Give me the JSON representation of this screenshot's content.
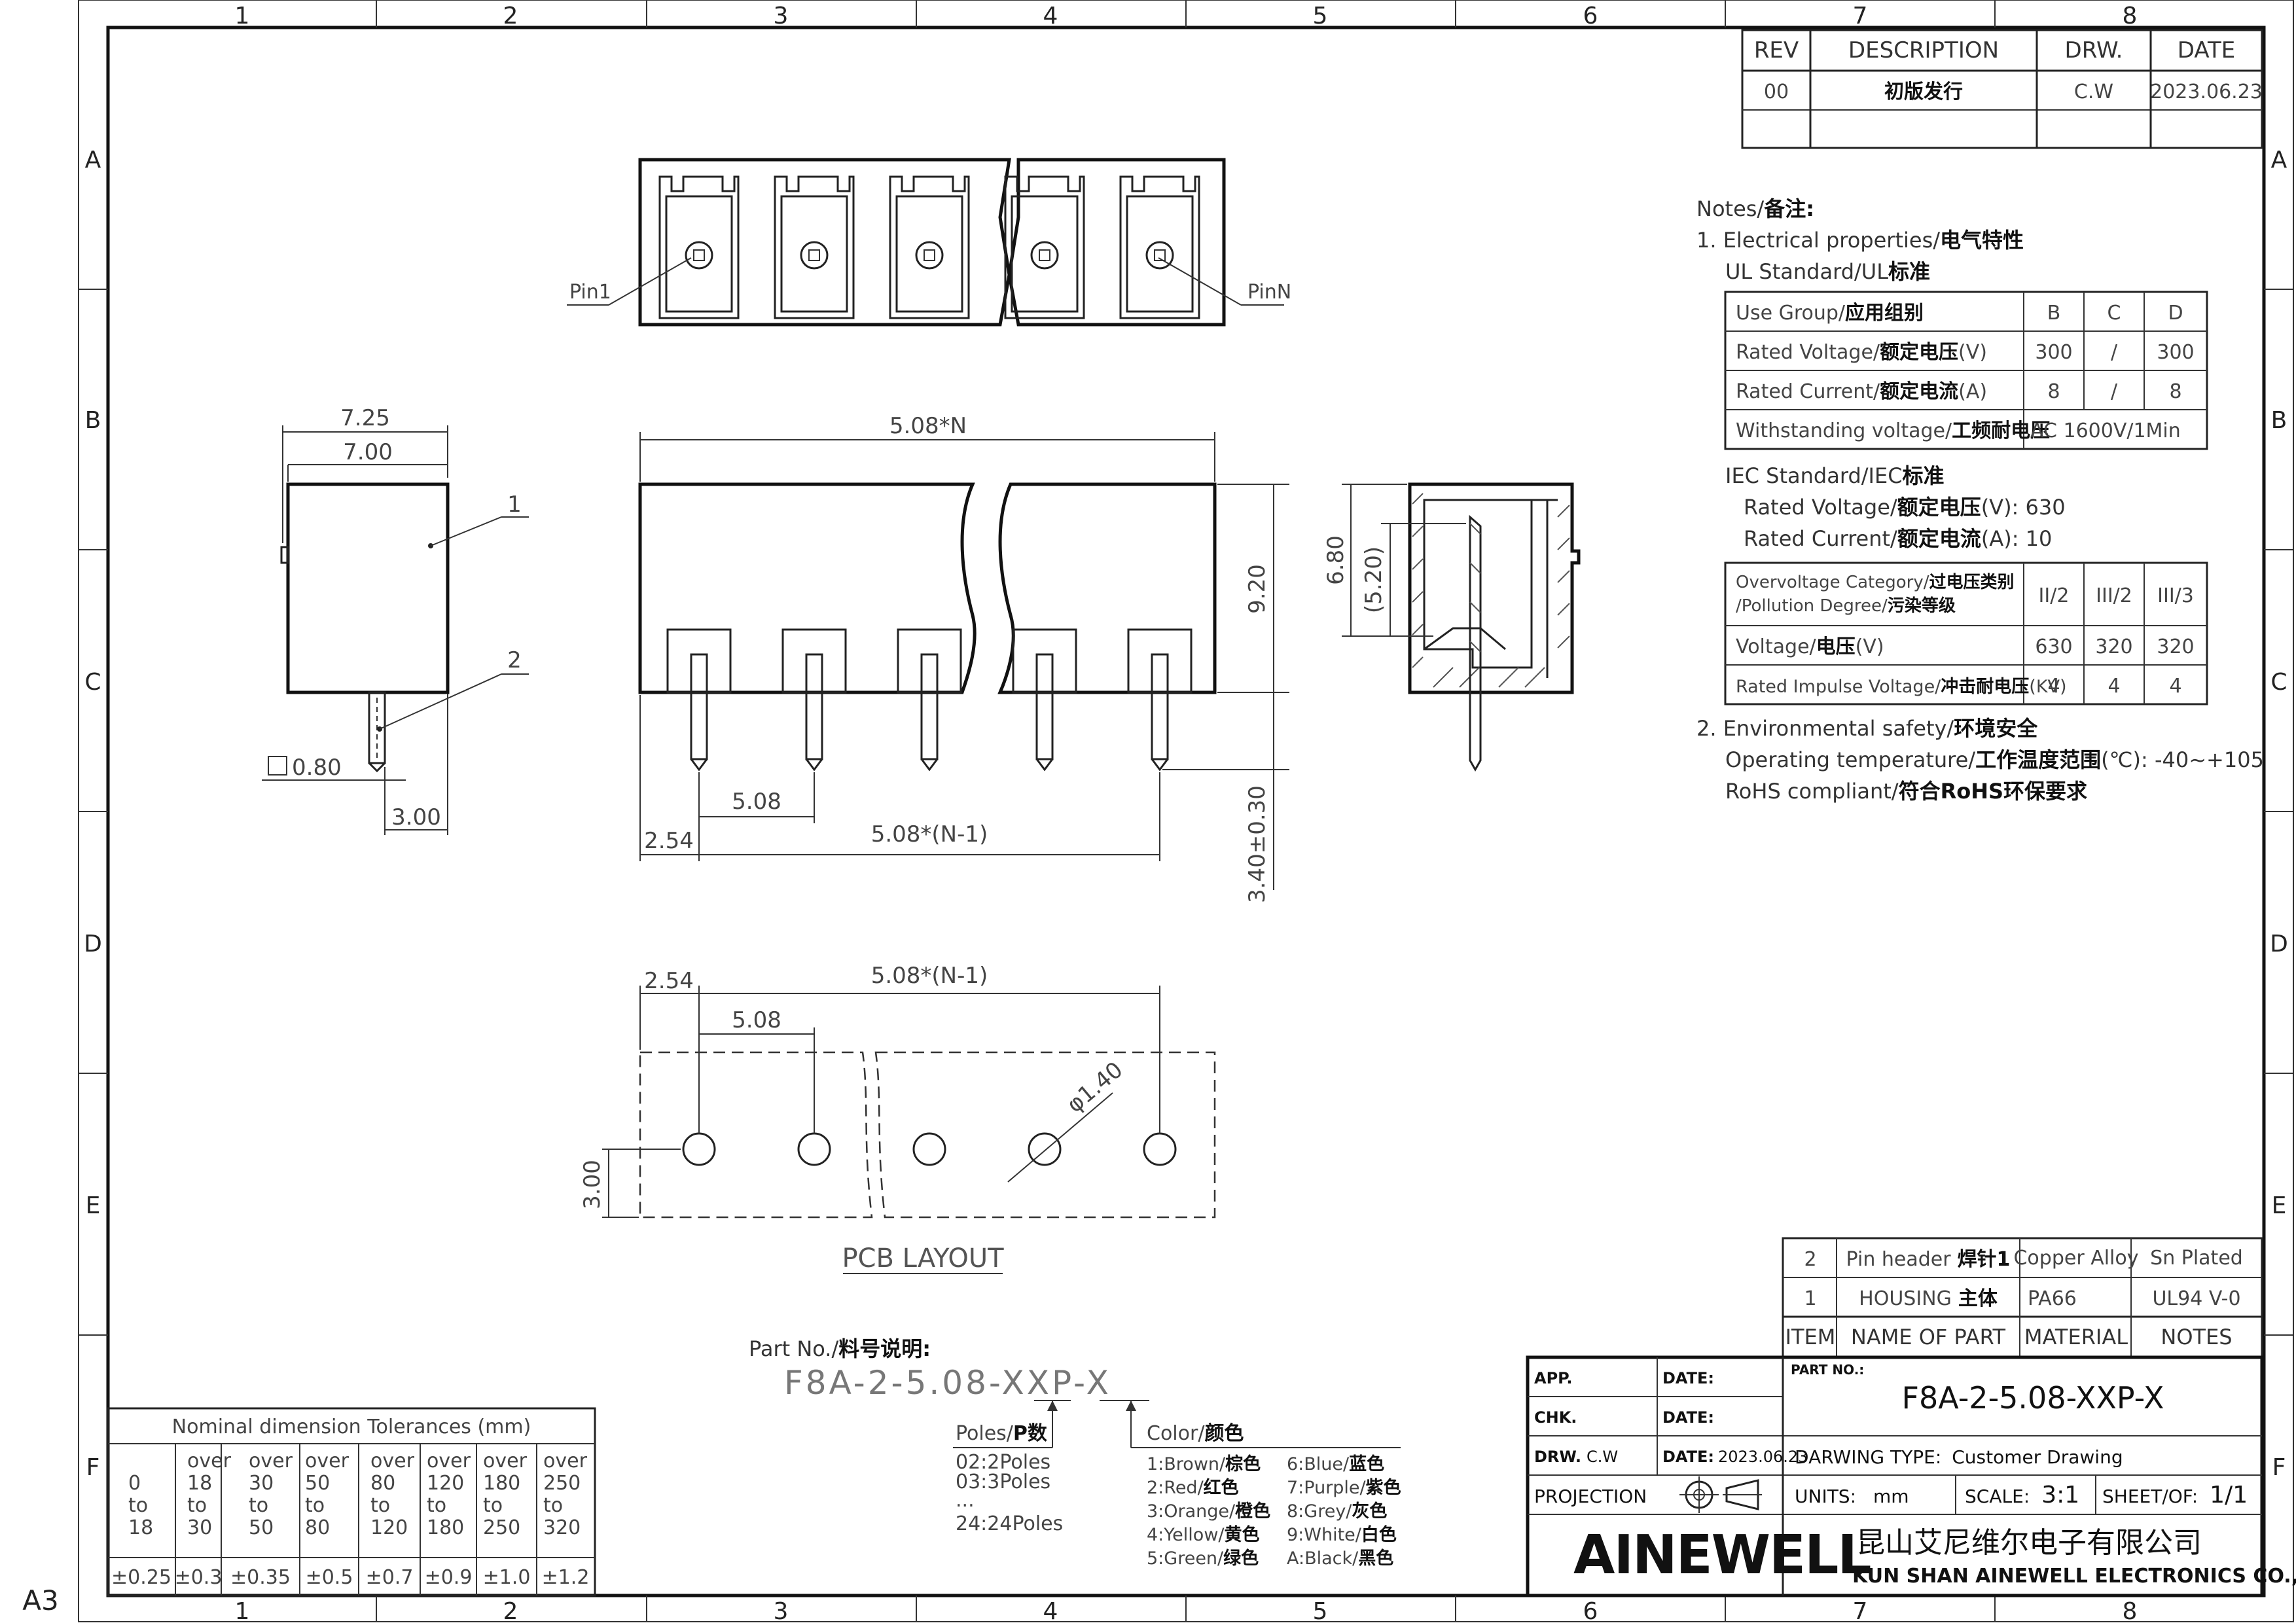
{
  "border": {
    "cols": [
      "1",
      "2",
      "3",
      "4",
      "5",
      "6",
      "7",
      "8"
    ],
    "rows": [
      "A",
      "B",
      "C",
      "D",
      "E",
      "F"
    ],
    "sheet_size": "A3"
  },
  "revision": {
    "headers": [
      "REV",
      "DESCRIPTION",
      "DRW.",
      "DATE"
    ],
    "row": [
      "00",
      "初版发行",
      "C.W",
      "2023.06.23"
    ]
  },
  "notes": {
    "title_en": "Notes/",
    "title_cn": "备注:",
    "s1_en": "1. Electrical properties/",
    "s1_cn": "电气特性",
    "ul_en": "UL Standard/UL",
    "ul_cn": "标准",
    "ul_table": [
      [
        "Use Group/",
        "应用组别",
        "",
        "B",
        "C",
        "D"
      ],
      [
        "Rated Voltage/",
        "额定电压",
        "(V)",
        "300",
        "/",
        "300"
      ],
      [
        "Rated Current/",
        "额定电流",
        "(A)",
        "8",
        "/",
        "8"
      ],
      [
        "Withstanding voltage/",
        "工频耐电压",
        "",
        "AC 1600V/1Min",
        "",
        ""
      ]
    ],
    "iec_en": "IEC Standard/IEC",
    "iec_cn": "标准",
    "iec_v_en": "Rated Voltage/",
    "iec_v_cn": "额定电压",
    "iec_v_val": "(V): 630",
    "iec_c_en": "Rated Current/",
    "iec_c_cn": "额定电流",
    "iec_c_val": "(A): 10",
    "iec_table": [
      [
        "Overvoltage Category/",
        "过电压类别",
        "/Pollution Degree/",
        "污染等级",
        "II/2",
        "III/2",
        "III/3"
      ],
      [
        "Voltage/",
        "电压",
        "(V)",
        "",
        "630",
        "320",
        "320"
      ],
      [
        "Rated Impulse Voltage/",
        "冲击耐电压",
        "(KV)",
        "",
        "4",
        "4",
        "4"
      ]
    ],
    "s2_en": "2. Environmental safety/",
    "s2_cn": "环境安全",
    "temp_en": "Operating temperature/",
    "temp_cn": "工作温度范围",
    "temp_val": "(℃): -40~+105",
    "rohs_en": "RoHS compliant/",
    "rohs_cn": "符合RoHS环保要求"
  },
  "drawing": {
    "pin1": "Pin1",
    "pinN": "PinN",
    "d725": "7.25",
    "d700": "7.00",
    "callout1": "1",
    "callout2": "2",
    "d080": "0.80",
    "d300": "3.00",
    "pitchN": "5.08*N",
    "d920": "9.20",
    "d508": "5.08",
    "d254": "2.54",
    "pitchN1": "5.08*(N-1)",
    "d340": "3.40±0.30",
    "d680": "6.80",
    "d520": "(5.20)",
    "pcb_254": "2.54",
    "pcb_pitchN1": "5.08*(N-1)",
    "pcb_508": "5.08",
    "pcb_hole": "φ1.40",
    "pcb_300": "3.00",
    "pcb_title": "PCB LAYOUT"
  },
  "partno": {
    "label_en": "Part No./",
    "label_cn": "料号说明:",
    "code": "F8A-2-5.08-XXP-X",
    "poles_en": "Poles/",
    "poles_cn": "P数",
    "poles": [
      "02:2Poles",
      "03:3Poles",
      "...",
      "24:24Poles"
    ],
    "color_en": "Color/",
    "color_cn": "颜色",
    "colors": [
      [
        "1:Brown/",
        "棕色",
        "6:Blue/",
        "蓝色"
      ],
      [
        "2:Red/",
        "红色",
        "7:Purple/",
        "紫色"
      ],
      [
        "3:Orange/",
        "橙色",
        "8:Grey/",
        "灰色"
      ],
      [
        "4:Yellow/",
        "黄色",
        "9:White/",
        "白色"
      ],
      [
        "5:Green/",
        "绿色",
        "A:Black/",
        "黑色"
      ]
    ]
  },
  "tolerance": {
    "title": "Nominal dimension Tolerances (mm)",
    "ranges": [
      [
        "0",
        "to",
        "18"
      ],
      [
        "over",
        "18",
        "to",
        "30"
      ],
      [
        "over",
        "30",
        "to",
        "50"
      ],
      [
        "over",
        "50",
        "to",
        "80"
      ],
      [
        "over",
        "80",
        "to",
        "120"
      ],
      [
        "over",
        "120",
        "to",
        "180"
      ],
      [
        "over",
        "180",
        "to",
        "250"
      ],
      [
        "over",
        "250",
        "to",
        "320"
      ]
    ],
    "values": [
      "±0.25",
      "±0.3",
      "±0.35",
      "±0.5",
      "±0.7",
      "±0.9",
      "±1.0",
      "±1.2"
    ]
  },
  "bom": {
    "rows": [
      [
        "2",
        "Pin header",
        "焊针1",
        "Copper Alloy",
        "Sn Plated"
      ],
      [
        "1",
        "HOUSING",
        "主体",
        "PA66",
        "UL94 V-0"
      ]
    ],
    "headers": [
      "ITEM",
      "NAME OF PART",
      "MATERIAL",
      "NOTES"
    ]
  },
  "titleblock": {
    "app": "APP.",
    "chk": "CHK.",
    "drw": "DRW.",
    "drw_val": "C.W",
    "date": "DATE:",
    "date_val": "2023.06.23",
    "partno_label": "PART NO.:",
    "partno": "F8A-2-5.08-XXP-X",
    "dtype_label": "DARWING TYPE:",
    "dtype": "Customer Drawing",
    "projection": "PROJECTION",
    "units_label": "UNITS:",
    "units": "mm",
    "scale_label": "SCALE:",
    "scale": "3:1",
    "sheet_label": "SHEET/OF:",
    "sheet": "1/1",
    "logo": "AINEWELL",
    "company_cn": "昆山艾尼维尔电子有限公司",
    "company_en": "KUN SHAN AINEWELL ELECTRONICS CO.,LTD"
  }
}
